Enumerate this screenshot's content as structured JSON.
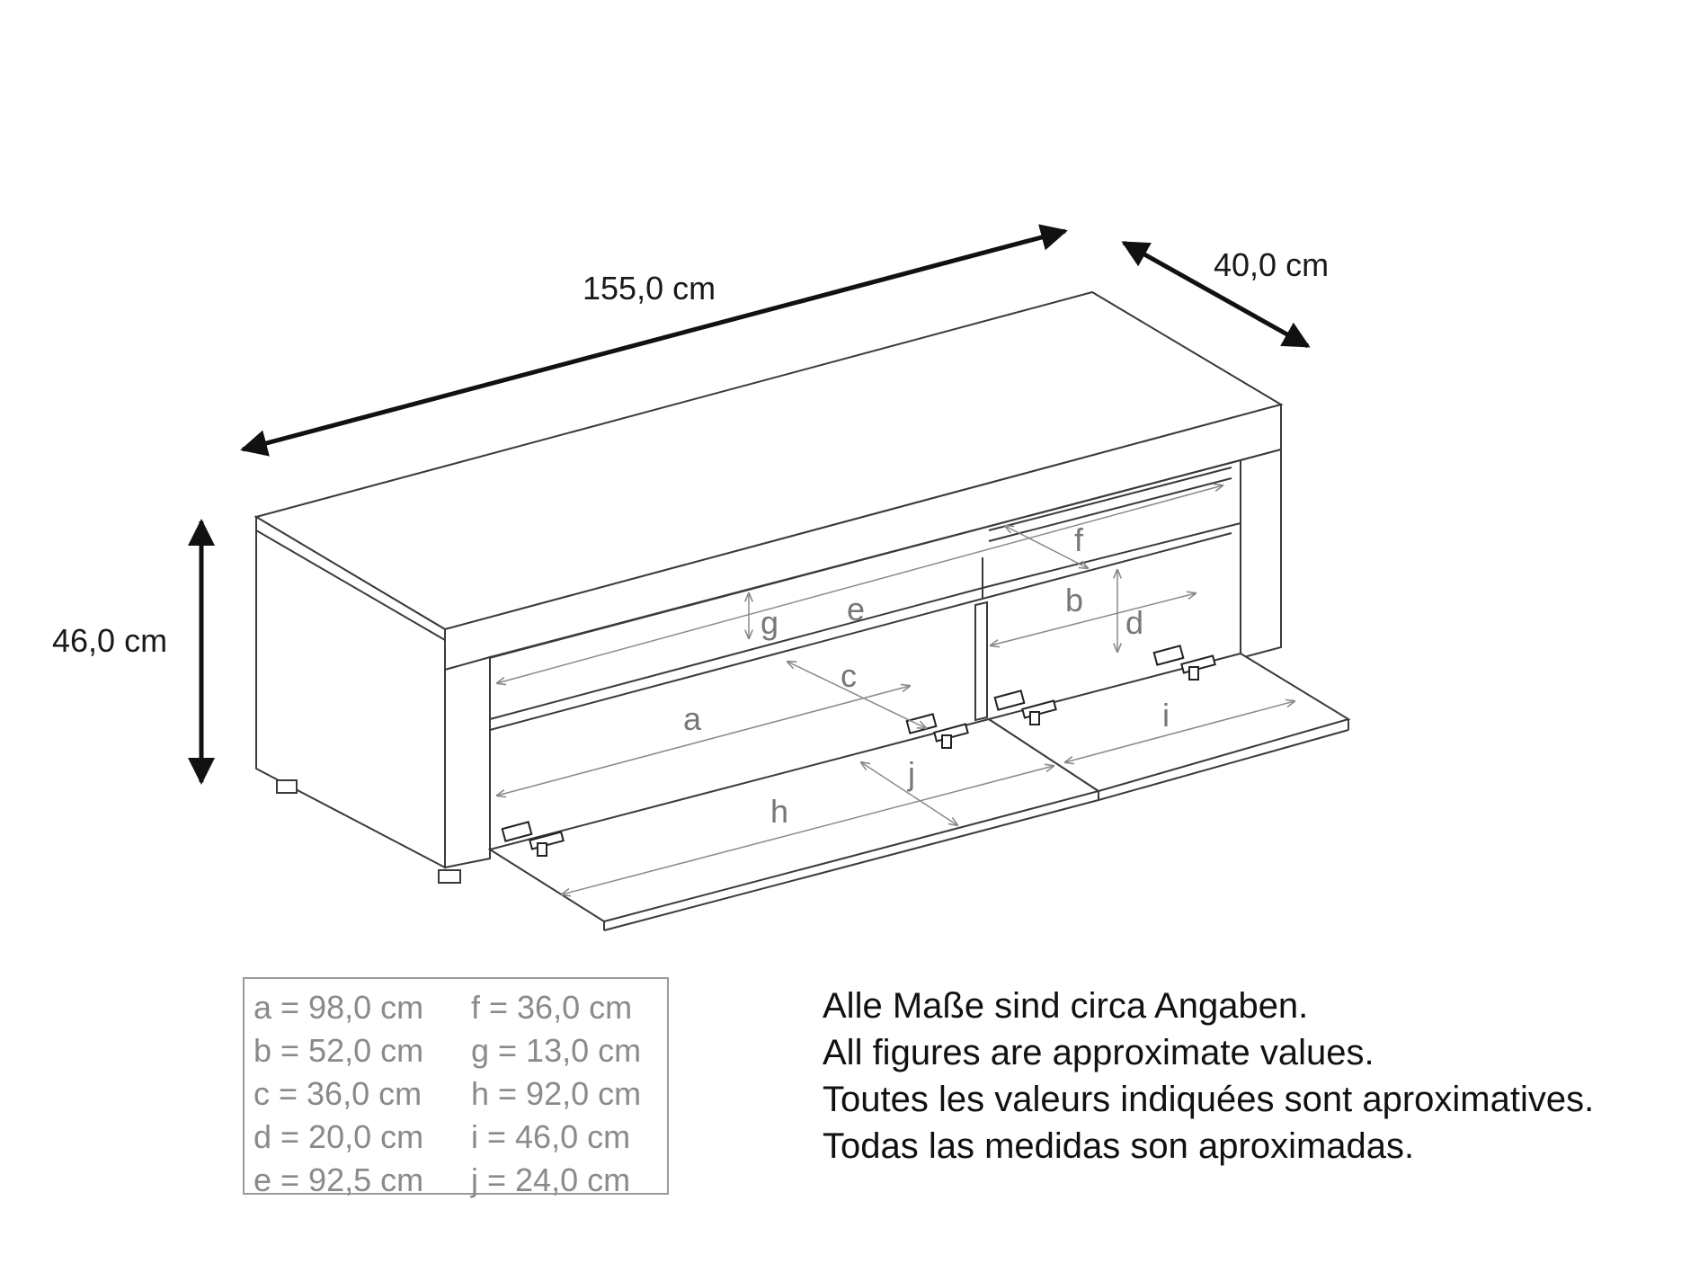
{
  "dimensions": {
    "width": "155,0 cm",
    "depth": "40,0 cm",
    "height": "46,0 cm"
  },
  "labels": [
    "a",
    "b",
    "c",
    "d",
    "e",
    "f",
    "g",
    "h",
    "i",
    "j"
  ],
  "legend": [
    "a = 98,0 cm",
    "f  = 36,0 cm",
    "b = 52,0 cm",
    "g = 13,0 cm",
    "c = 36,0 cm",
    "h = 92,0 cm",
    "d = 20,0 cm",
    "i  = 46,0 cm",
    "e = 92,5 cm",
    "j  = 24,0 cm"
  ],
  "disclaimer": [
    "Alle Maße sind circa Angaben.",
    "All figures are approximate values.",
    "Toutes les valeurs indiquées sont aproximatives.",
    "Todas las medidas son aproximadas."
  ],
  "colors": {
    "outline": "#3a3a3a",
    "measure_lines": "#8a8a8a",
    "legend_text": "#8a8a8a"
  }
}
